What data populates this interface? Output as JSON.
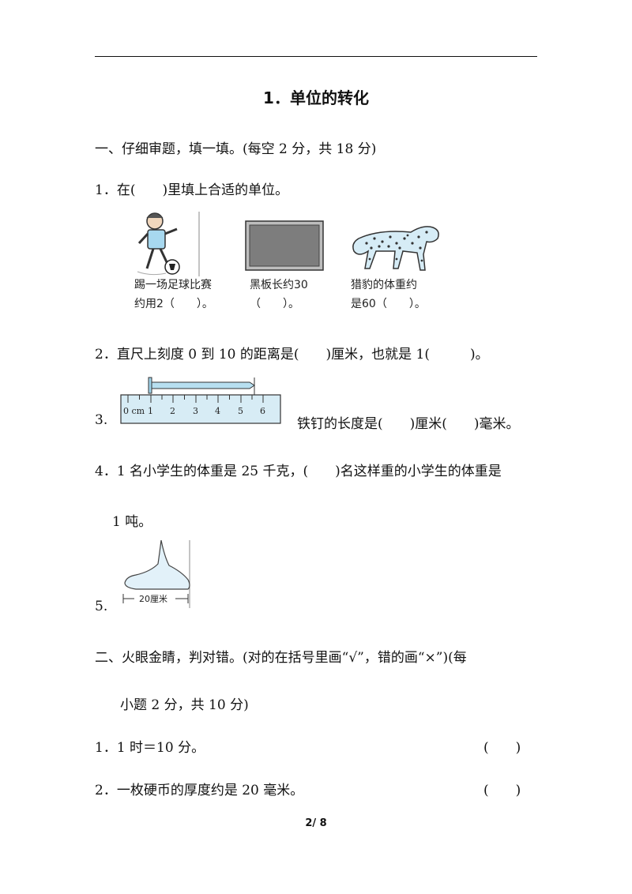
{
  "title": "1．单位的转化",
  "section1": {
    "heading": "一、仔细审题，填一填。(每空 2 分，共 18 分)",
    "q1": {
      "text": "1．在(　　)里填上合适的单位。",
      "items": [
        {
          "line1": "踢一场足球比赛",
          "line2": "约用2（　　）。",
          "icon": "boy-kicking-football"
        },
        {
          "line1": "黑板长约30",
          "line2": "（　　）。",
          "icon": "blackboard"
        },
        {
          "line1": "猎豹的体重约",
          "line2": "是60（　　）。",
          "icon": "cheetah"
        }
      ]
    },
    "q2": "2．直尺上刻度 0 到 10 的距离是(　　)厘米，也就是 1(　　　)。",
    "q3": {
      "num": "3.",
      "text": "铁钉的长度是(　　)厘米(　　)毫米。",
      "ruler_ticks": [
        "0 cm",
        "1",
        "2",
        "3",
        "4",
        "5",
        "6"
      ]
    },
    "q4": {
      "line1": "4．1 名小学生的体重是 25 千克，(　　)名这样重的小学生的体重是",
      "line2": "1 吨。"
    },
    "q5": {
      "num": "5.",
      "foot_label": "20厘米"
    }
  },
  "section2": {
    "heading_line1": "二、火眼金睛，判对错。(对的在括号里画“√”，错的画“×”)(每",
    "heading_line2": "小题 2 分，共 10 分)",
    "items": [
      {
        "text": "1．1 时＝10 分。",
        "blank": "(　　)"
      },
      {
        "text": "2．一枚硬币的厚度约是 20 毫米。",
        "blank": "(　　)"
      }
    ]
  },
  "page_number": "2/ 8"
}
